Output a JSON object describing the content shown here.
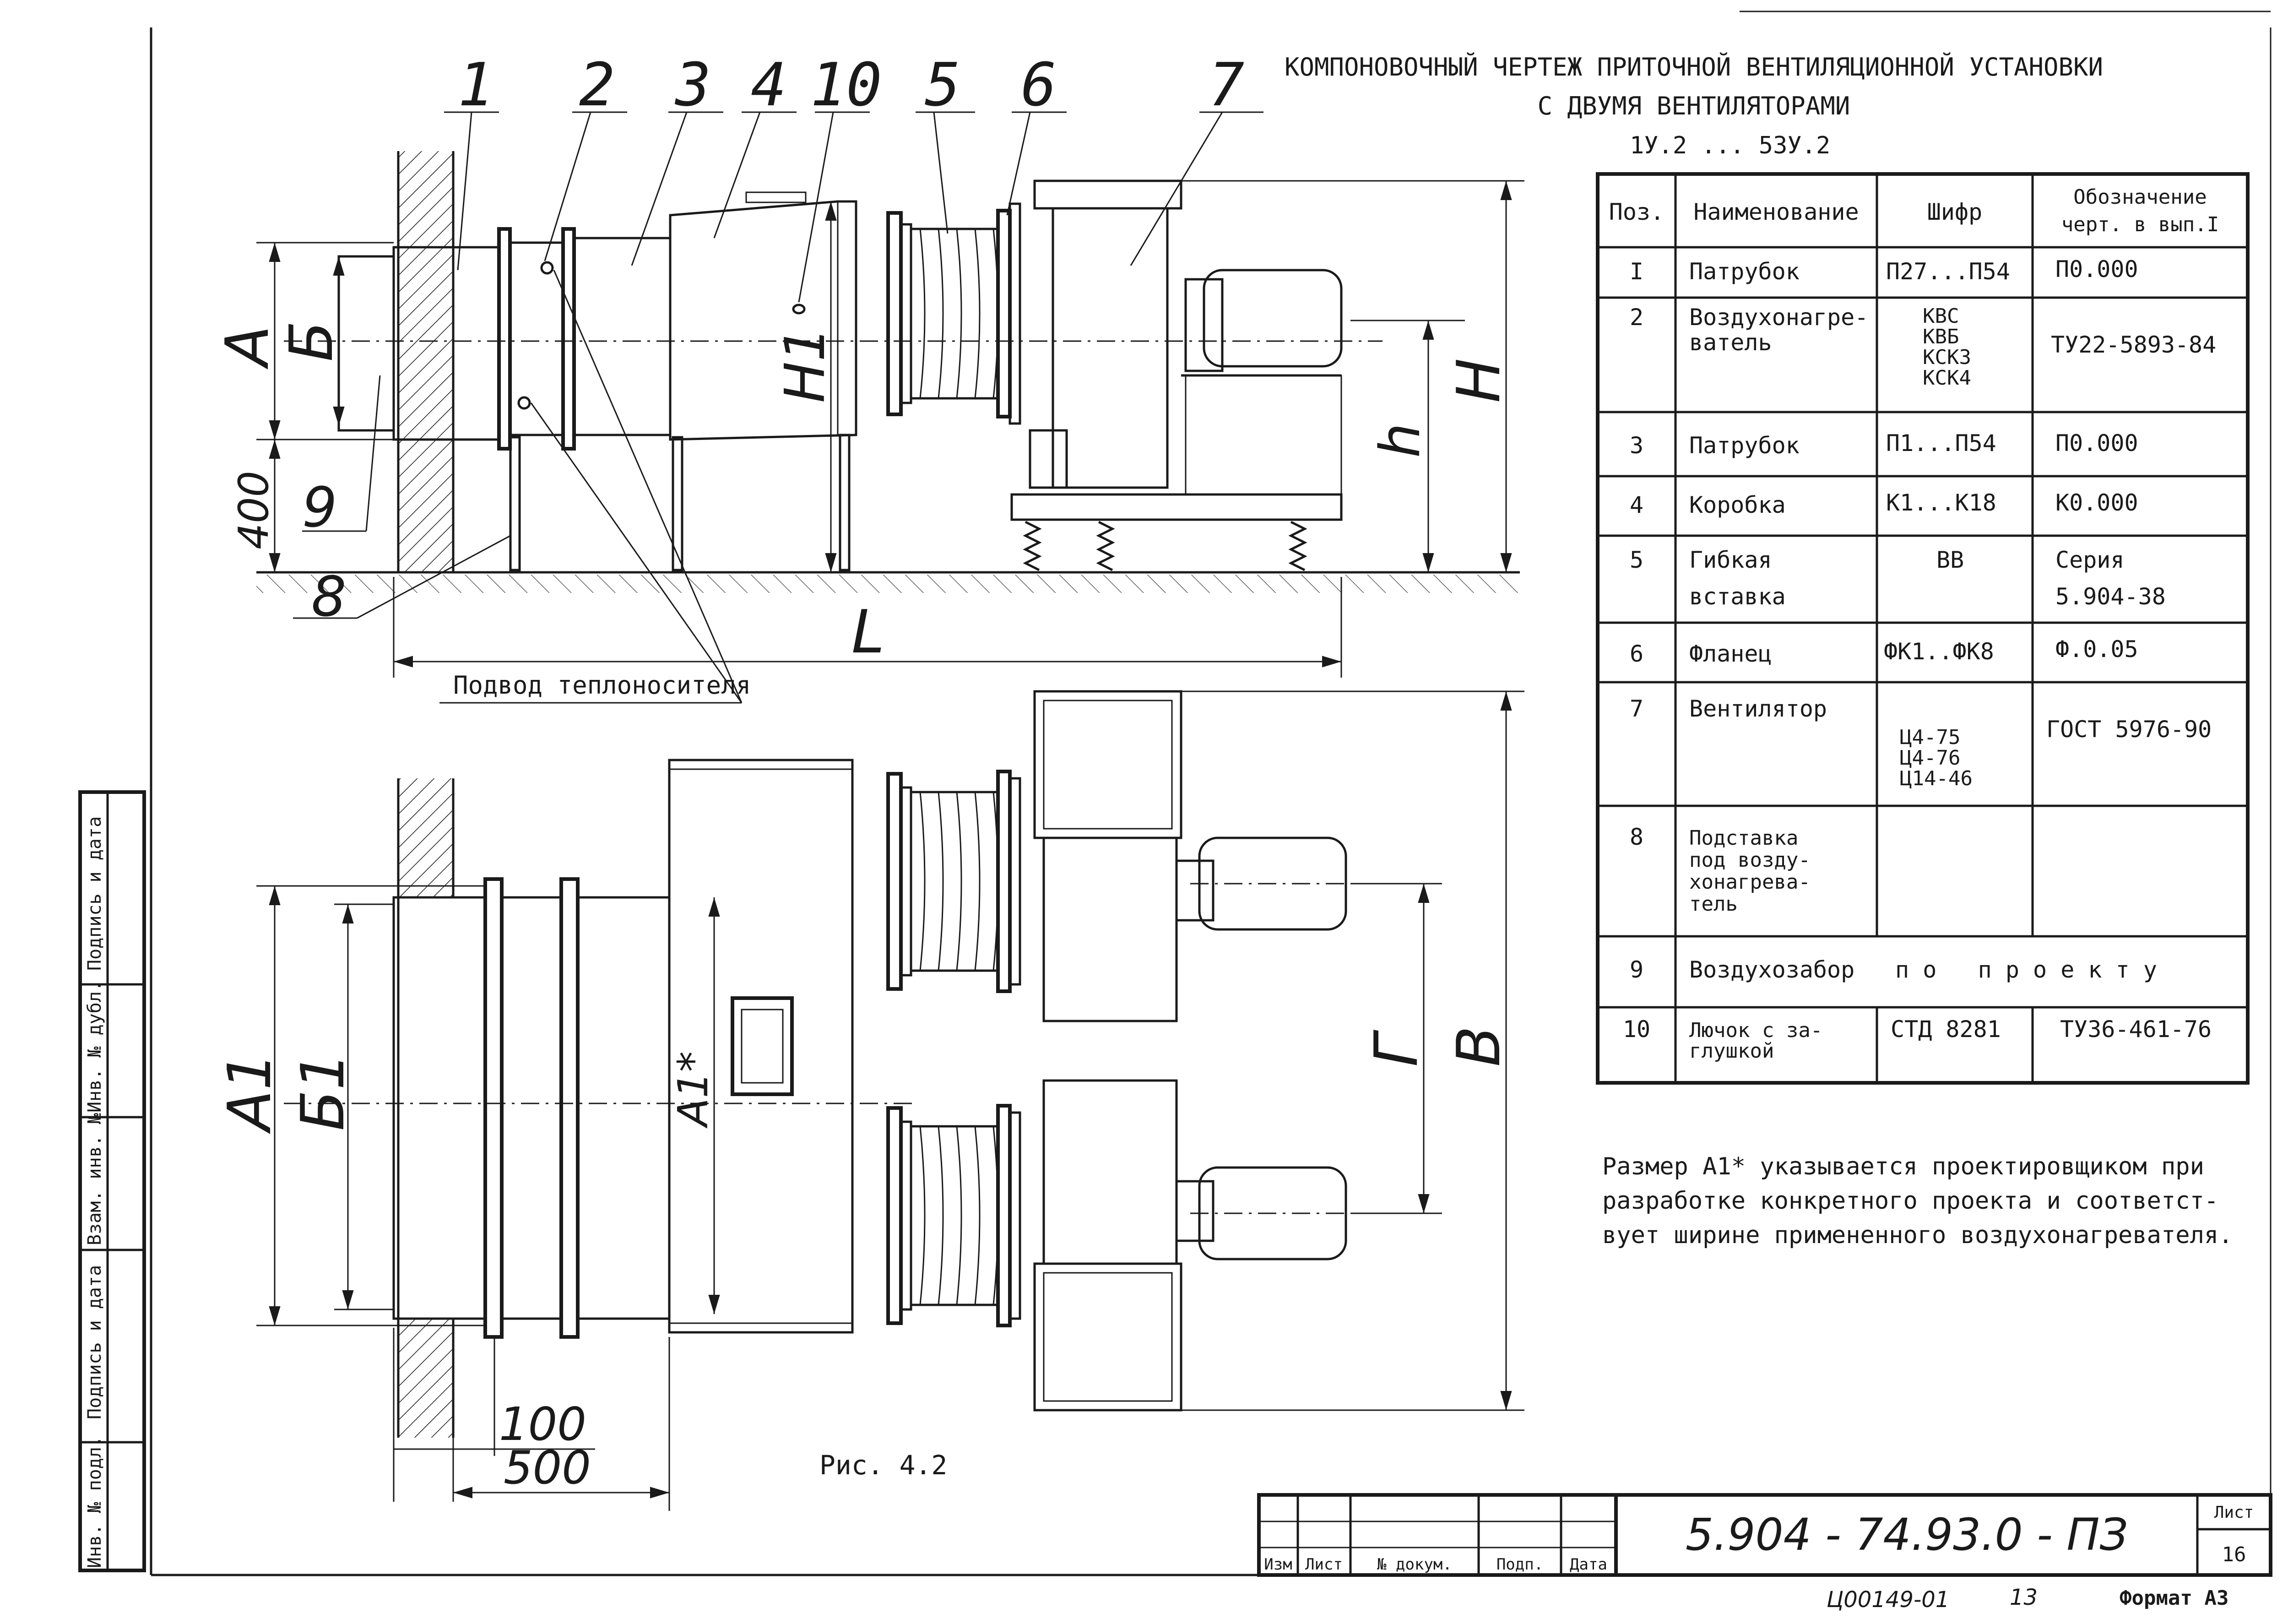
{
  "title": {
    "line1": "КОМПОНОВОЧНЫЙ ЧЕРТЕЖ ПРИТОЧНОЙ ВЕНТИЛЯЦИОННОЙ УСТАНОВКИ",
    "line2": "С ДВУМЯ ВЕНТИЛЯТОРАМИ",
    "model_range": "1У.2 ... 53У.2"
  },
  "spec_table": {
    "headers": {
      "pos": "Поз.",
      "name": "Наименование",
      "code": "Шифр",
      "designation_1": "Обозначение",
      "designation_2": "черт. в вып.I"
    },
    "rows": [
      {
        "pos": "I",
        "name": [
          "Патрубок"
        ],
        "code": [
          "П27...П54"
        ],
        "designation": [
          "П0.000"
        ]
      },
      {
        "pos": "2",
        "name": [
          "Воздухонагре-",
          "ватель"
        ],
        "code": [
          "КВС",
          "КВБ",
          "КСК3",
          "КСК4"
        ],
        "designation": [
          "ТУ22-5893-84"
        ]
      },
      {
        "pos": "3",
        "name": [
          "Патрубок"
        ],
        "code": [
          "П1...П54"
        ],
        "designation": [
          "П0.000"
        ]
      },
      {
        "pos": "4",
        "name": [
          "Коробка"
        ],
        "code": [
          "К1...К18"
        ],
        "designation": [
          "К0.000"
        ]
      },
      {
        "pos": "5",
        "name": [
          "Гибкая",
          "вставка"
        ],
        "code": [
          "ВВ"
        ],
        "designation": [
          "Серия",
          "5.904-38"
        ]
      },
      {
        "pos": "6",
        "name": [
          "Фланец"
        ],
        "code": [
          "ФК1..ФК8"
        ],
        "designation": [
          "Ф.0.05"
        ]
      },
      {
        "pos": "7",
        "name": [
          "Вентилятор"
        ],
        "code": [
          "Ц4-75",
          "Ц4-76",
          "Ц14-46"
        ],
        "designation": [
          "ГОСТ 5976-90"
        ]
      },
      {
        "pos": "8",
        "name": [
          "Подставка",
          "под возду-",
          "хонагрева-",
          "тель"
        ],
        "code": [],
        "designation": []
      },
      {
        "pos": "9",
        "name": [
          "Воздухозабор"
        ],
        "code_designation_merged": "п о   п р о е к т у"
      },
      {
        "pos": "10",
        "name": [
          "Лючок с за-",
          "глушкой"
        ],
        "code": [
          "СТД 8281"
        ],
        "designation": [
          "ТУ36-461-76"
        ]
      }
    ]
  },
  "note": {
    "line1": "Размер А1* указывается проектировщиком при",
    "line2": "разработке конкретного проекта и соответст-",
    "line3": "вует ширине примененного воздухонагревателя."
  },
  "drawing": {
    "callouts": [
      "1",
      "2",
      "3",
      "4",
      "10",
      "5",
      "6",
      "7"
    ],
    "callout_8": "8",
    "callout_9": "9",
    "dim_A": "А",
    "dim_B": "Б",
    "dim_400": "400",
    "dim_H1": "H1",
    "dim_h": "h",
    "dim_H": "H",
    "dim_L": "L",
    "heat_supply": "Подвод теплоносителя",
    "dim_A1": "А1",
    "dim_B1": "Б1",
    "dim_A1_star": "А1*",
    "dim_G": "Г",
    "dim_V": "В",
    "dim_100": "100",
    "dim_500": "500",
    "figure_caption": "Рис. 4.2"
  },
  "side_stamp": {
    "cells": [
      "Инв. № подл.",
      "Подпись и дата",
      "Взам. инв. №",
      "Инв. № дубл.",
      "Подпись и дата"
    ]
  },
  "title_block": {
    "labels": [
      "Изм",
      "Лист",
      "№ докум.",
      "Подп.",
      "Дата"
    ],
    "doc_number": "5.904 - 74.93.0 - ПЗ",
    "sheet_label": "Лист",
    "sheet_number": "16"
  },
  "footer": {
    "archive_code": "Ц00149-01",
    "page": "13",
    "format": "Формат А3"
  }
}
